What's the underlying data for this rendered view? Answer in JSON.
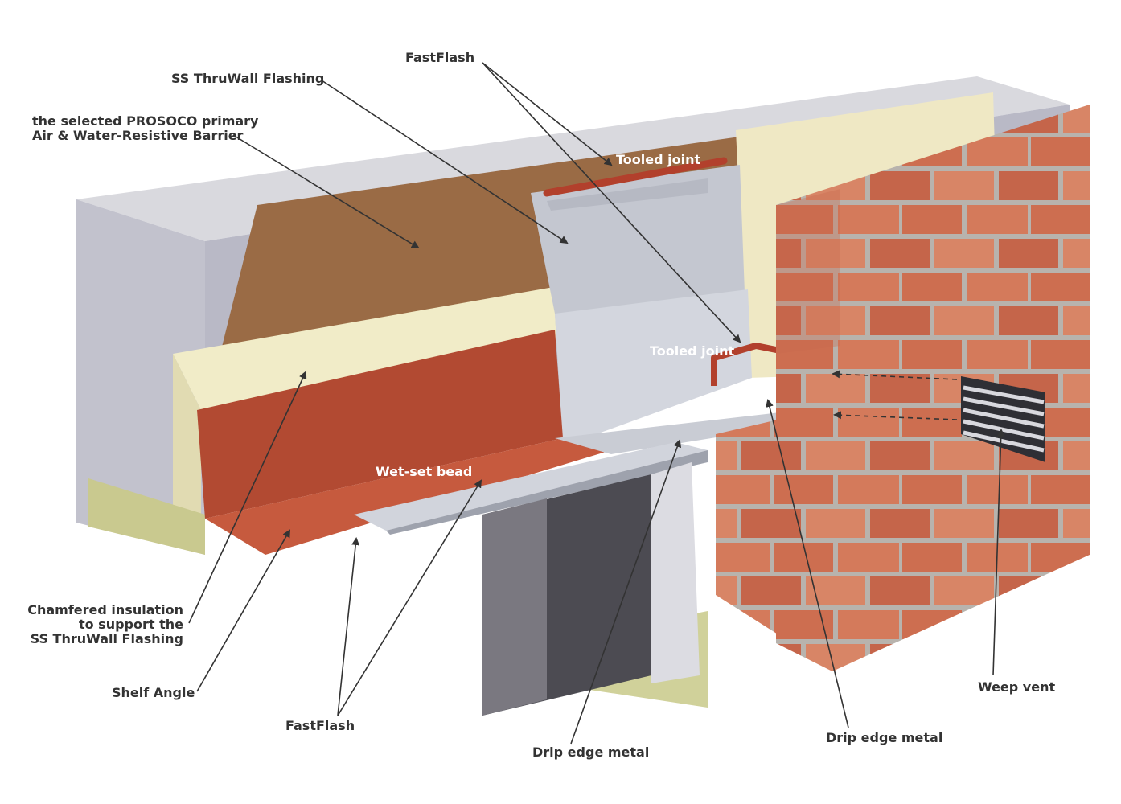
{
  "labels": {
    "fastflash_top": "FastFlash",
    "ss_thruwall": "SS ThruWall Flashing",
    "barrier_line1": "the selected PROSOCO primary",
    "barrier_line2": "Air & Water-Resistive Barrier",
    "tooled_joint_top": "Tooled joint",
    "tooled_joint_mid": "Tooled joint",
    "wet_set_bead": "Wet-set bead",
    "chamfer_line1": "Chamfered insulation",
    "chamfer_line2": "to support the",
    "chamfer_line3": "SS ThruWall Flashing",
    "shelf_angle": "Shelf Angle",
    "fastflash_bottom": "FastFlash",
    "drip_edge_left": "Drip edge metal",
    "drip_edge_right": "Drip edge metal",
    "weep_vent": "Weep vent"
  },
  "colors": {
    "text": "#333333",
    "brick": "#c96a4c",
    "mortar": "#a9a9a9",
    "fastflash": "#b24a32",
    "steel": "#c3c6cf",
    "insulation": "#f1ecc8",
    "barrier": "#9a6b45",
    "substrate": "#c8c8d0"
  }
}
